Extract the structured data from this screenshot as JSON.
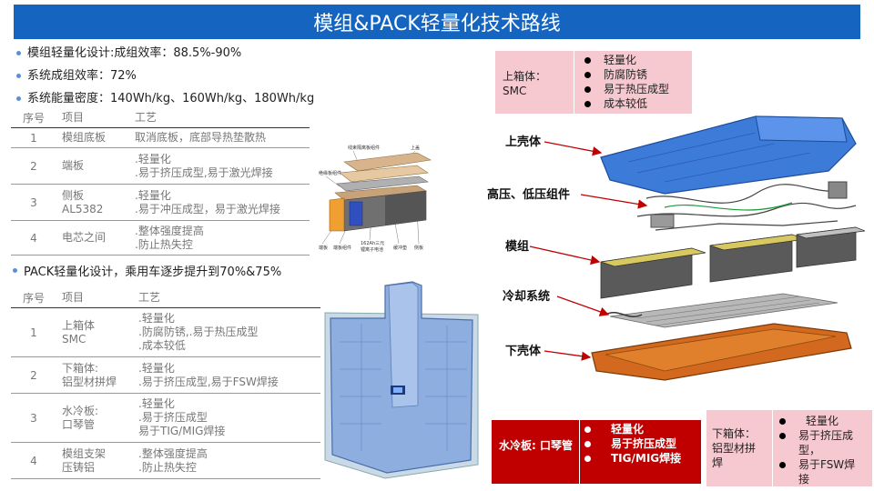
{
  "title": "模组&PACK轻量化技术路线",
  "bullets": [
    "模组轻量化设计:成组效率：88.5%-90%",
    "系统成组效率：72%",
    "系统能量密度：140Wh/kg、160Wh/kg、180Wh/kg"
  ],
  "bullet2": "PACK轻量化设计，乘用车逐步提升到70%&75%",
  "table1": {
    "headers": [
      "序号",
      "项目",
      "工艺"
    ],
    "rows": [
      {
        "no": "1",
        "item": [
          "模组底板"
        ],
        "process": [
          "取消底板，底部导热垫散热"
        ]
      },
      {
        "no": "2",
        "item": [
          "端板"
        ],
        "process": [
          ".轻量化",
          ".易于挤压成型,易于激光焊接"
        ]
      },
      {
        "no": "3",
        "item": [
          "侧板",
          "AL5382"
        ],
        "process": [
          ".轻量化",
          ".易于冲压成型，易于激光焊接"
        ]
      },
      {
        "no": "4",
        "item": [
          "电芯之间"
        ],
        "process": [
          ".整体强度提高",
          ".防止热失控"
        ]
      }
    ]
  },
  "table2": {
    "headers": [
      "序号",
      "项目",
      "工艺"
    ],
    "rows": [
      {
        "no": "1",
        "item": [
          "上箱体",
          "SMC"
        ],
        "process": [
          ".轻量化",
          ".防腐防锈,.易于热压成型",
          ".成本较低"
        ]
      },
      {
        "no": "2",
        "item": [
          "下箱体:",
          "铝型材拼焊"
        ],
        "process": [
          ".轻量化",
          ".易于挤压成型,易于FSW焊接"
        ]
      },
      {
        "no": "3",
        "item": [
          "水冷板:",
          "口琴管"
        ],
        "process": [
          ".轻量化",
          ".易于挤压成型",
          "易于TIG/MIG焊接"
        ]
      },
      {
        "no": "4",
        "item": [
          "模组支架",
          "压铸铝"
        ],
        "process": [
          ".整体强度提高",
          ".防止热失控"
        ]
      }
    ]
  },
  "module_labels": {
    "top": [
      "线束隔离板组件",
      "上盖"
    ],
    "left": [
      "绝缘板组件"
    ],
    "bottom": [
      "端板",
      "端板组件",
      "162Ah三元",
      "锂离子电池",
      "缓冲垫",
      "侧板"
    ]
  },
  "box_upper": {
    "label": [
      "上箱体：",
      "SMC"
    ],
    "items": [
      "轻量化",
      "防腐防锈",
      "易于热压成型",
      "成本较低"
    ]
  },
  "box_cooling": {
    "label": "水冷板: 口琴管",
    "items": [
      "轻量化",
      "易于挤压成型",
      "TIG/MIG焊接"
    ]
  },
  "box_lower": {
    "label": [
      "下箱体：",
      "铝型材拼",
      "焊"
    ],
    "items": [
      "轻量化",
      "易于挤压成型，",
      "易于FSW焊接"
    ]
  },
  "exploded_labels": [
    "上壳体",
    "高压、低压组件",
    "模组",
    "冷却系统",
    "下壳体"
  ],
  "colors": {
    "title_bg": "#1565c0",
    "pink": "#f6c8cf",
    "red": "#c00000",
    "tray": "#d2691e",
    "cover": "#3d7bd9"
  }
}
